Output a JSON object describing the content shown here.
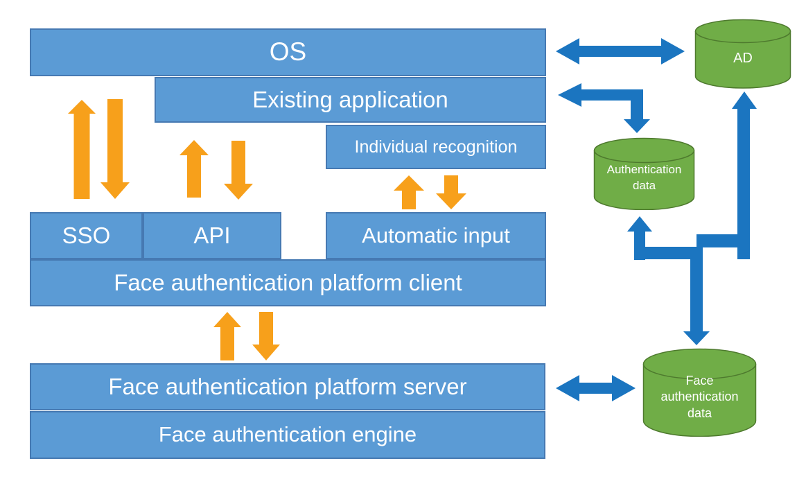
{
  "colors": {
    "background": "#FFFFFF",
    "layer_box_fill": "#5B9BD5",
    "layer_box_border": "#4679B2",
    "cylinder_fill": "#70AD47",
    "cylinder_border": "#4E7A2E",
    "orange_arrow": "#F7A01B",
    "blue_arrow": "#1B75C0",
    "text": "#FFFFFF"
  },
  "layers": {
    "os": "OS",
    "existing_application": "Existing application",
    "individual_recognition": "Individual recognition",
    "sso": "SSO",
    "api": "API",
    "automatic_input": "Automatic input",
    "platform_client": "Face authentication platform client",
    "platform_server": "Face authentication platform server",
    "engine": "Face authentication engine"
  },
  "datastores": {
    "ad": "AD",
    "authentication_data": "Authentication\ndata",
    "face_authentication_data": "Face\nauthentication\ndata"
  },
  "arrows": [
    {
      "between": [
        "SSO",
        "OS"
      ],
      "type": "up-down-pair",
      "color": "orange"
    },
    {
      "between": [
        "API",
        "Existing application"
      ],
      "type": "up-down-pair",
      "color": "orange"
    },
    {
      "between": [
        "Automatic input",
        "Individual recognition"
      ],
      "type": "up-down-pair",
      "color": "orange"
    },
    {
      "between": [
        "Face authentication platform client",
        "Face authentication platform server"
      ],
      "type": "up-down-pair",
      "color": "orange"
    },
    {
      "between": [
        "OS",
        "AD"
      ],
      "type": "double-headed-horizontal",
      "color": "blue"
    },
    {
      "between": [
        "Existing application",
        "Authentication data"
      ],
      "type": "double-headed-elbow",
      "color": "blue"
    },
    {
      "between": [
        "Authentication data",
        "Face authentication data"
      ],
      "type": "double-headed-elbow",
      "color": "blue"
    },
    {
      "between": [
        "Face authentication data",
        "AD"
      ],
      "type": "up",
      "color": "blue"
    },
    {
      "between": [
        "Face authentication platform server",
        "Face authentication data"
      ],
      "type": "double-headed-horizontal",
      "color": "blue"
    }
  ]
}
